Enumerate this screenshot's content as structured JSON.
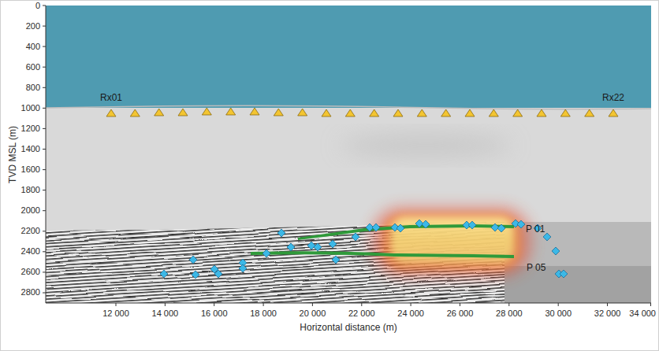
{
  "diagram": {
    "labels": [
      "Rx01",
      "Rx22",
      "P 01",
      "P 05",
      "0",
      "200",
      "400",
      "600",
      "800",
      "1000",
      "1200",
      "1400",
      "1600",
      "1800",
      "2000",
      "2200",
      "2400",
      "2600",
      "2800",
      "12 000",
      "14 000",
      "16 000",
      "18 000",
      "20 000",
      "22 000",
      "24 000",
      "26 000",
      "28 000",
      "30 000",
      "32 000",
      "34 000",
      "TVD MSL (m)",
      "Horizontal distance (m)"
    ]
  }
}
